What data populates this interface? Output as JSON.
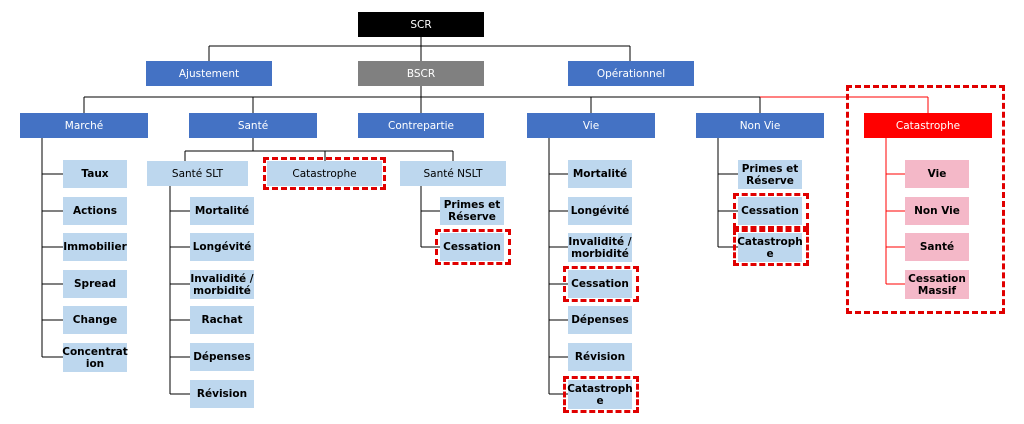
{
  "top": {
    "scr": "SCR"
  },
  "level1": {
    "ajustement": "Ajustement",
    "bscr": "BSCR",
    "operationnel": "Opérationnel"
  },
  "modules": {
    "marche": "Marché",
    "sante": "Santé",
    "contrepartie": "Contrepartie",
    "vie": "Vie",
    "non_vie": "Non Vie",
    "catastrophe": "Catastrophe"
  },
  "marche_items": [
    "Taux",
    "Actions",
    "Immobilier",
    "Spread",
    "Change",
    "Concentrat\nion"
  ],
  "sante_sub": {
    "slt": "Santé SLT",
    "catastrophe": "Catastrophe",
    "nslt": "Santé NSLT"
  },
  "sante_slt_items": [
    "Mortalité",
    "Longévité",
    "Invalidité /\nmorbidité",
    "Rachat",
    "Dépenses",
    "Révision"
  ],
  "sante_nslt_items": [
    "Primes et\nRéserve",
    "Cessation"
  ],
  "vie_items": [
    "Mortalité",
    "Longévité",
    "Invalidité /\nmorbidité",
    "Cessation",
    "Dépenses",
    "Révision",
    "Catastroph\ne"
  ],
  "non_vie_items": [
    "Primes et\nRéserve",
    "Cessation",
    "Catastroph\ne"
  ],
  "cat_items": [
    "Vie",
    "Non Vie",
    "Santé",
    "Cessation\nMassif"
  ],
  "colors": {
    "black": "#000000",
    "grey": "#808080",
    "blue": "#4472c4",
    "red": "#ff0000",
    "light_blue": "#bdd7ee",
    "pink": "#f4b8c8",
    "highlight": "#e00000"
  }
}
